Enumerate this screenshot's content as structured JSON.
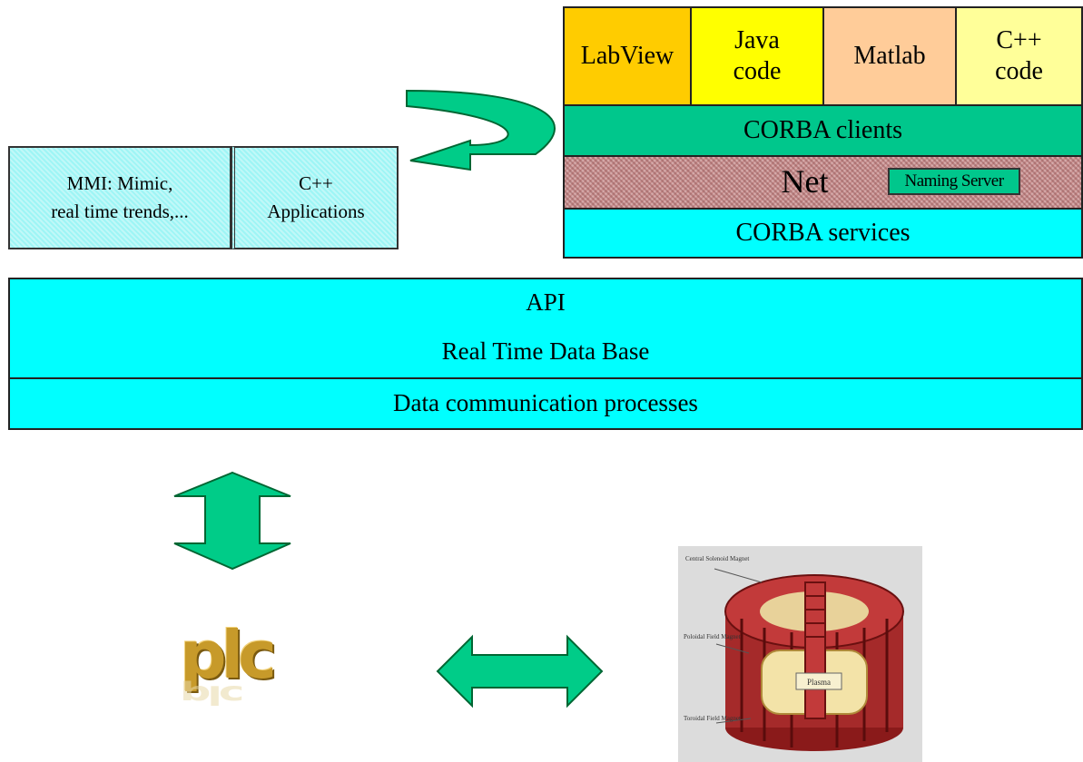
{
  "client_stack": {
    "labview": "LabView",
    "java": [
      "Java",
      "code"
    ],
    "matlab": "Matlab",
    "cpp": [
      "C++",
      "code"
    ],
    "corba_clients": "CORBA clients",
    "net": "Net",
    "naming_server": "Naming Server",
    "corba_services": "CORBA services"
  },
  "mmi_panel": {
    "left": [
      "MMI: Mimic,",
      "real time trends,..."
    ],
    "right": [
      "C++",
      "Applications"
    ]
  },
  "core_stack": {
    "api": "API",
    "rtdb": "Real Time Data Base",
    "dcp": "Data communication processes"
  },
  "plc_logo": "plc",
  "tokamak_image": {
    "labels": [
      "Central Solenoid Magnet",
      "Poloidal Field Magnet",
      "Plasma",
      "Toroidal Field Magnet"
    ]
  },
  "colors": {
    "cyan": "#00ffff",
    "labview": "#ffcc00",
    "java": "#ffff00",
    "matlab": "#ffcc99",
    "cpp": "#ffff99",
    "corba_green": "#00c78c",
    "arrow_green": "#00cc88",
    "net_hatch": "#c98f8f"
  }
}
